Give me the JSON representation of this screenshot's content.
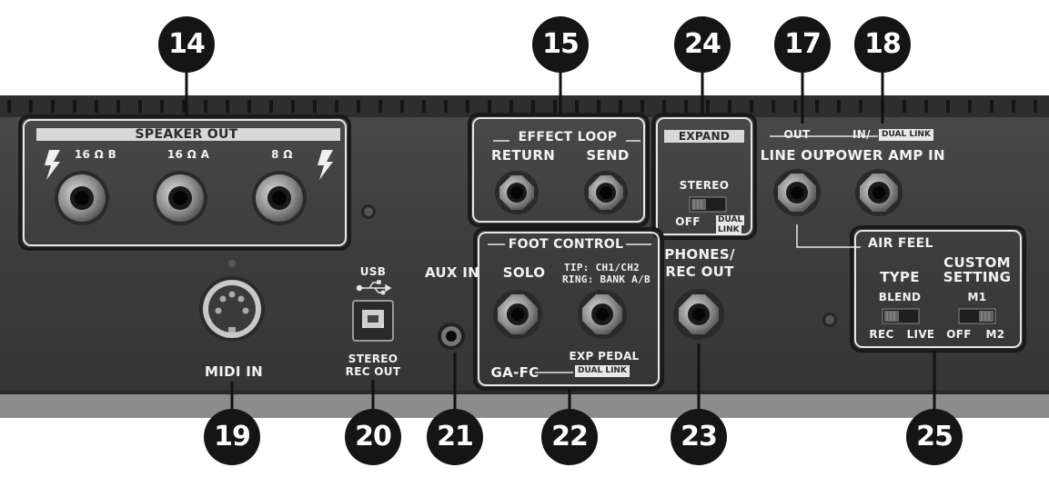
{
  "sections": {
    "speaker_out": "SPEAKER OUT",
    "effect_loop": "EFFECT LOOP",
    "expand": "EXPAND",
    "foot_control": "FOOT CONTROL",
    "air_feel": "AIR FEEL"
  },
  "jacks": {
    "speaker_16b": "16 Ω B",
    "speaker_16a": "16 Ω A",
    "speaker_8": "8 Ω",
    "return": "RETURN",
    "send": "SEND",
    "line_out": "LINE OUT",
    "power_amp_in": "POWER AMP IN",
    "out": "OUT",
    "in": "IN/",
    "solo": "SOLO",
    "tip": "TIP: CH1/CH2",
    "ring": "RING: BANK A/B",
    "phones": "PHONES/",
    "rec_out": "REC OUT",
    "aux_in": "AUX IN",
    "usb": "USB",
    "stereo_rec_out_1": "STEREO",
    "stereo_rec_out_2": "REC OUT",
    "midi_in": "MIDI IN",
    "ga_fc": "GA-FC",
    "exp_pedal": "EXP PEDAL"
  },
  "tags": {
    "dual_link_in": "DUAL LINK",
    "dual_link_exp": "DUAL LINK",
    "dual_link_expand_1": "DUAL",
    "dual_link_expand_2": "LINK"
  },
  "switches": {
    "stereo": "STEREO",
    "off": "OFF",
    "type": "TYPE",
    "blend": "BLEND",
    "rec": "REC",
    "live": "LIVE",
    "custom_1": "CUSTOM",
    "custom_2": "SETTING",
    "m1": "M1",
    "off2": "OFF",
    "m2": "M2"
  },
  "callouts": [
    "14",
    "15",
    "24",
    "17",
    "18",
    "19",
    "20",
    "21",
    "22",
    "23",
    "25"
  ]
}
